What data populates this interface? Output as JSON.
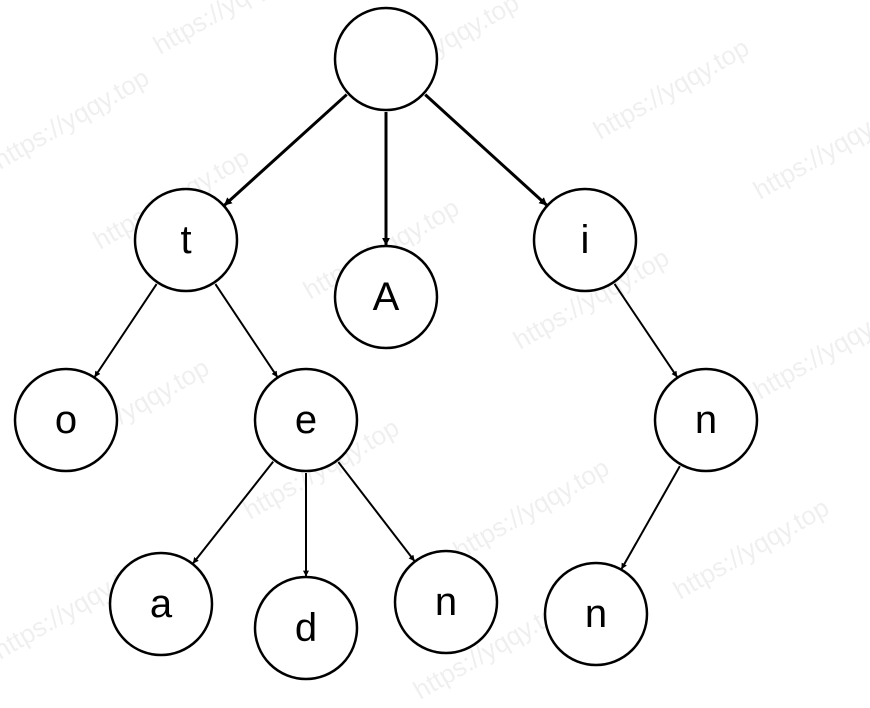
{
  "trie": {
    "nodes": [
      {
        "id": "root",
        "label": ""
      },
      {
        "id": "t",
        "label": "t"
      },
      {
        "id": "A",
        "label": "A"
      },
      {
        "id": "i",
        "label": "i"
      },
      {
        "id": "o",
        "label": "o"
      },
      {
        "id": "e",
        "label": "e"
      },
      {
        "id": "n1",
        "label": "n"
      },
      {
        "id": "a",
        "label": "a"
      },
      {
        "id": "d",
        "label": "d"
      },
      {
        "id": "n2",
        "label": "n"
      },
      {
        "id": "n3",
        "label": "n"
      }
    ],
    "edges": [
      {
        "from": "root",
        "to": "t"
      },
      {
        "from": "root",
        "to": "A"
      },
      {
        "from": "root",
        "to": "i"
      },
      {
        "from": "t",
        "to": "o"
      },
      {
        "from": "t",
        "to": "e"
      },
      {
        "from": "e",
        "to": "a"
      },
      {
        "from": "e",
        "to": "d"
      },
      {
        "from": "e",
        "to": "n2"
      },
      {
        "from": "i",
        "to": "n1"
      },
      {
        "from": "n1",
        "to": "n3"
      }
    ]
  },
  "watermark": {
    "text": "https://yqqy.top"
  },
  "colors": {
    "stroke": "#000000",
    "fill": "#ffffff"
  }
}
